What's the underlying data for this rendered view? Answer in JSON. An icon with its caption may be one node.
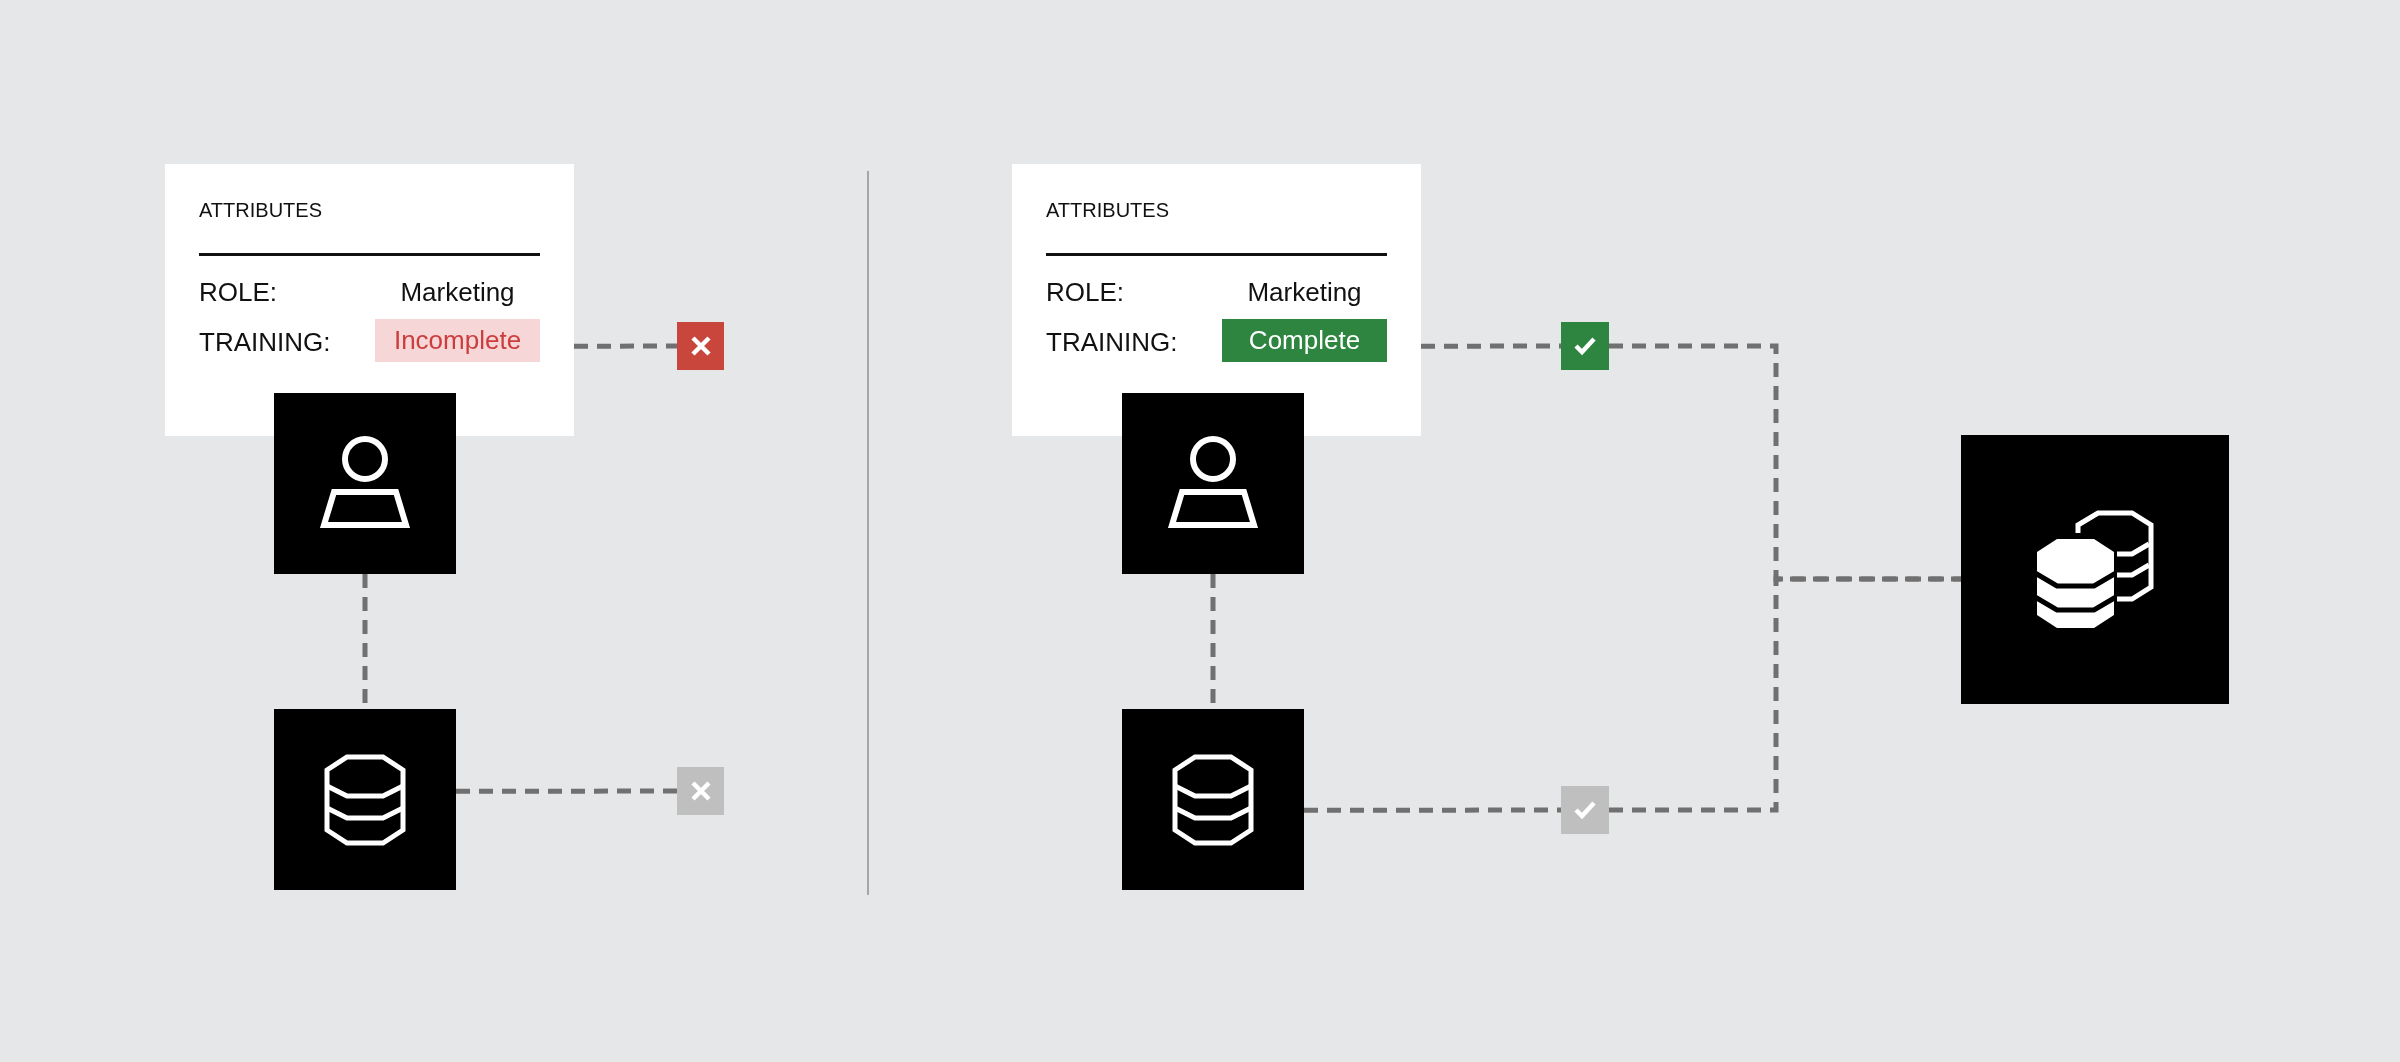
{
  "diagram": {
    "nodes": [
      {
        "text": [
          "ATTRIBUTES",
          "ROLE:",
          "Marketing",
          "TRAINING:",
          "Incomplete"
        ]
      },
      {
        "text": [],
        "shape": "box"
      },
      {
        "text": [],
        "shape": "box"
      },
      {
        "text": [],
        "shape": "box"
      },
      {
        "text": [],
        "shape": "box"
      },
      {
        "text": [
          "ATTRIBUTES",
          "ROLE:",
          "Marketing",
          "TRAINING:",
          "Complete"
        ]
      },
      {
        "text": [],
        "shape": "box"
      },
      {
        "text": [],
        "shape": "box"
      },
      {
        "text": [],
        "shape": "box"
      },
      {
        "text": [],
        "shape": "box"
      },
      {
        "text": [],
        "shape": "box"
      }
    ],
    "edges": [
      {
        "from": 0,
        "to": 2,
        "arrow": "none",
        "style": "dashed"
      },
      {
        "from": 1,
        "to": 3,
        "arrow": "none",
        "style": "dashed"
      },
      {
        "from": 3,
        "to": 4,
        "arrow": "none",
        "style": "dashed"
      },
      {
        "from": 5,
        "to": 7,
        "arrow": "none",
        "style": "dashed"
      },
      {
        "from": 7,
        "to": 10,
        "arrow": "none",
        "style": "dashed"
      },
      {
        "from": 6,
        "to": 8,
        "arrow": "none",
        "style": "dashed"
      },
      {
        "from": 8,
        "to": 9,
        "arrow": "none",
        "style": "dashed"
      },
      {
        "from": 9,
        "to": 10,
        "arrow": "none",
        "style": "dashed"
      }
    ]
  }
}
